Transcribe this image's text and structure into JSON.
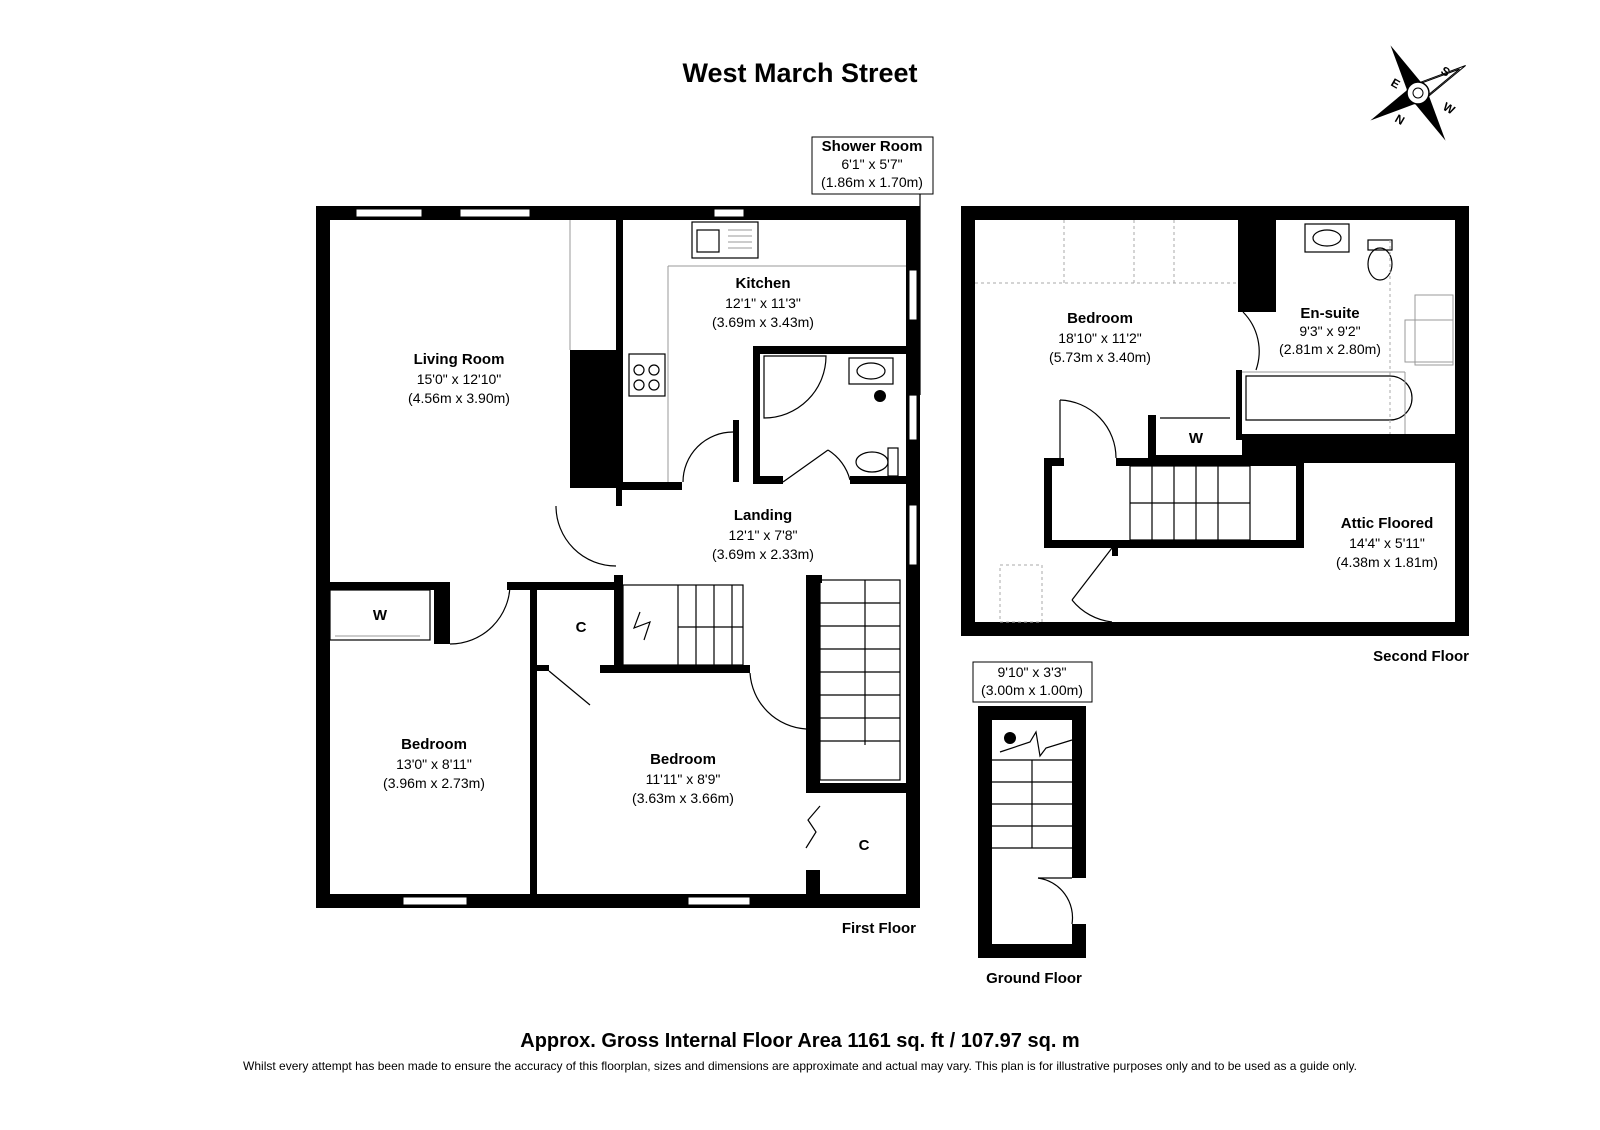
{
  "title": "West March Street",
  "compass": [
    "S",
    "W",
    "N",
    "E"
  ],
  "first_floor": {
    "label": "First Floor",
    "rooms": {
      "living": {
        "name": "Living Room",
        "imperial": "15'0\" x 12'10\"",
        "metric": "(4.56m x 3.90m)"
      },
      "kitchen": {
        "name": "Kitchen",
        "imperial": "12'1\" x 11'3\"",
        "metric": "(3.69m x 3.43m)"
      },
      "shower": {
        "name": "Shower Room",
        "imperial": "6'1\" x 5'7\"",
        "metric": "(1.86m x 1.70m)"
      },
      "landing": {
        "name": "Landing",
        "imperial": "12'1\" x 7'8\"",
        "metric": "(3.69m x 2.33m)"
      },
      "bed1": {
        "name": "Bedroom",
        "imperial": "13'0\" x 8'11\"",
        "metric": "(3.96m x 2.73m)"
      },
      "bed2": {
        "name": "Bedroom",
        "imperial": "11'11\" x 8'9\"",
        "metric": "(3.63m x 3.66m)"
      }
    },
    "w_label": "W",
    "c_label_1": "C",
    "c_label_2": "C"
  },
  "second_floor": {
    "label": "Second Floor",
    "rooms": {
      "bed": {
        "name": "Bedroom",
        "imperial": "18'10\" x 11'2\"",
        "metric": "(5.73m x 3.40m)"
      },
      "ensuite": {
        "name": "En-suite",
        "imperial": "9'3\" x 9'2\"",
        "metric": "(2.81m x 2.80m)"
      },
      "attic": {
        "name": "Attic Floored",
        "imperial": "14'4\" x 5'11\"",
        "metric": "(4.38m x 1.81m)"
      }
    },
    "w_label": "W"
  },
  "ground_floor": {
    "label": "Ground Floor",
    "imperial": "9'10\" x 3'3\"",
    "metric": "(3.00m x 1.00m)"
  },
  "footer": {
    "area": "Approx. Gross Internal Floor Area 1161 sq. ft / 107.97 sq. m",
    "disclaimer": "Whilst every attempt has been made to ensure the accuracy of this floorplan, sizes and dimensions are approximate and actual may vary. This plan is for illustrative purposes only and to be used as a guide only."
  }
}
